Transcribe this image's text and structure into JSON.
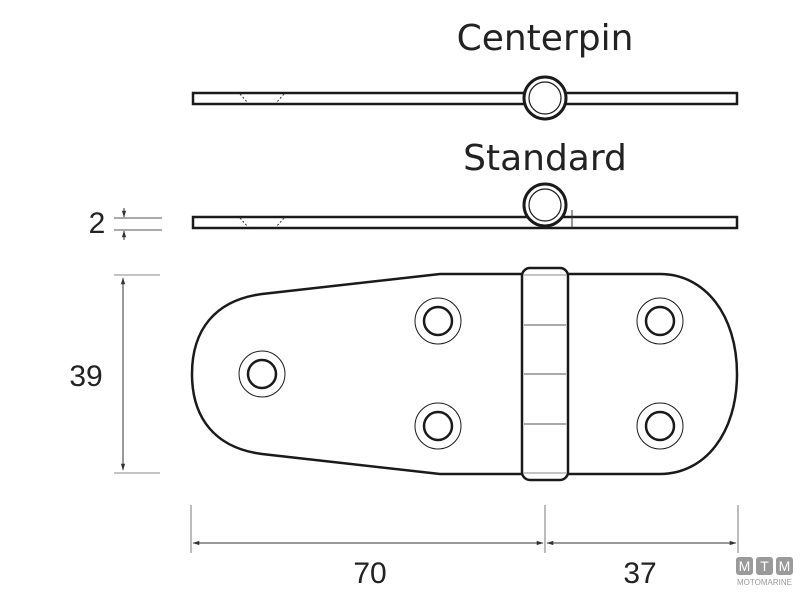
{
  "diagram": {
    "subject": "Hinge technical drawing",
    "variants": [
      {
        "label": "Centerpin"
      },
      {
        "label": "Standard"
      }
    ],
    "dimensions": {
      "thickness": "2",
      "height": "39",
      "length_left": "70",
      "length_right": "37"
    },
    "holes_count": 5,
    "knuckle_segments": 4,
    "colors": {
      "line": "#1a1a1a",
      "dimension_line": "#555555",
      "logo": "#9a9a9a",
      "background": "#ffffff"
    }
  },
  "logo": {
    "letters": [
      "M",
      "T",
      "M"
    ],
    "text": "MOTOMARINE"
  }
}
